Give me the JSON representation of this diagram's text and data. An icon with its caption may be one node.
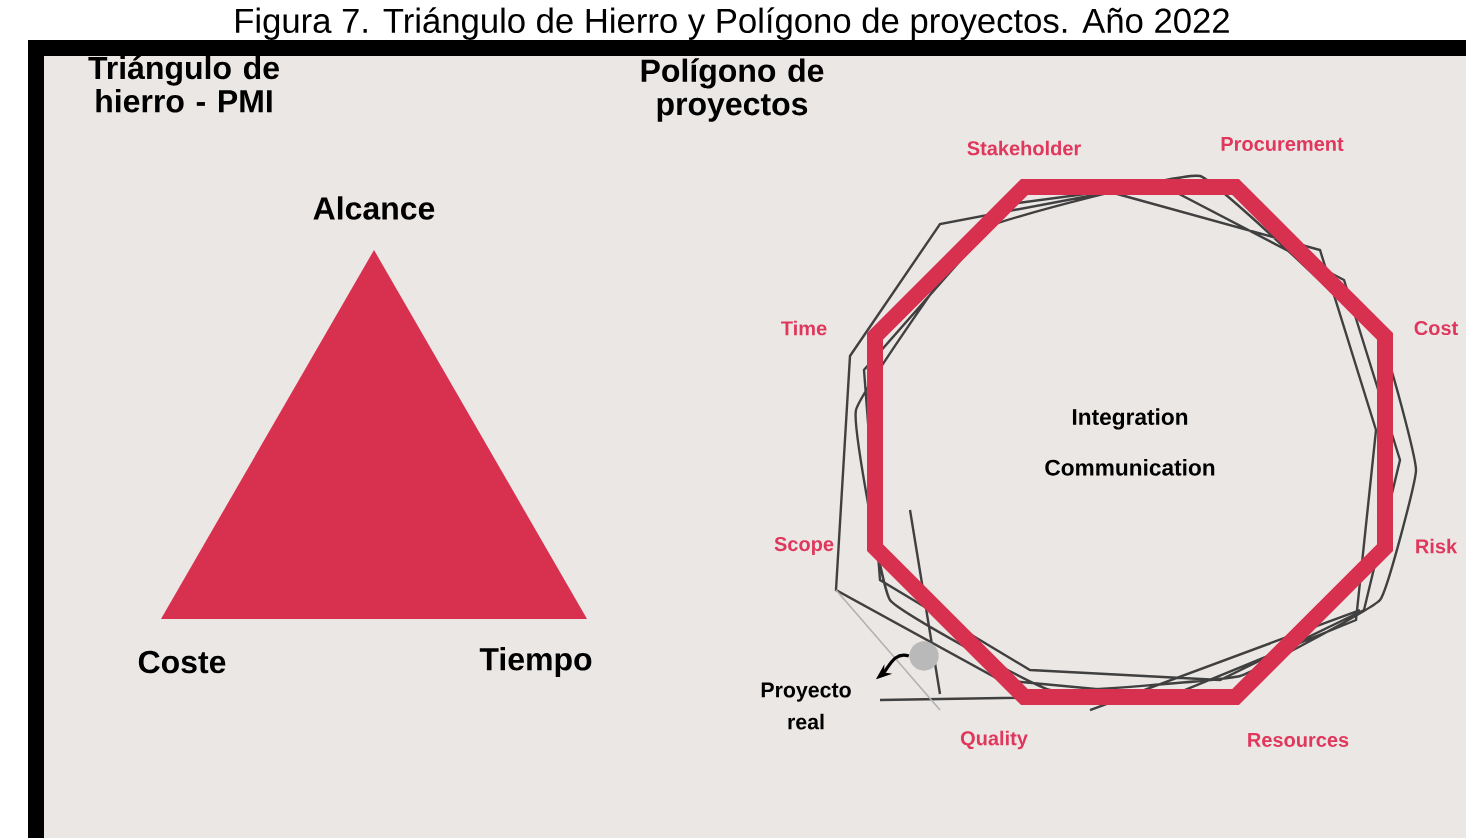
{
  "diagram": {
    "caption": "Figura 7. Triángulo de Hierro y Polígono de proyectos. Año 2022",
    "nodes": [
      {
        "text": [],
        "shape": "triangle",
        "beside": [
          "Alcance",
          "Coste",
          "Tiempo"
        ]
      },
      {
        "text": [
          "Integration",
          "Communication"
        ],
        "beside": [
          "Stakeholder",
          "Procurement",
          "Time",
          "Cost",
          "Scope",
          "Risk",
          "Quality",
          "Resources"
        ]
      },
      {
        "text": [
          "Proyecto real"
        ]
      },
      {
        "text": [],
        "shape": "circle"
      }
    ],
    "edges": [
      {
        "from": 3,
        "to": 2,
        "arrow": "to"
      }
    ],
    "labels": [
      "Triángulo de hierro - PMI",
      "Polígono de proyectos"
    ]
  }
}
